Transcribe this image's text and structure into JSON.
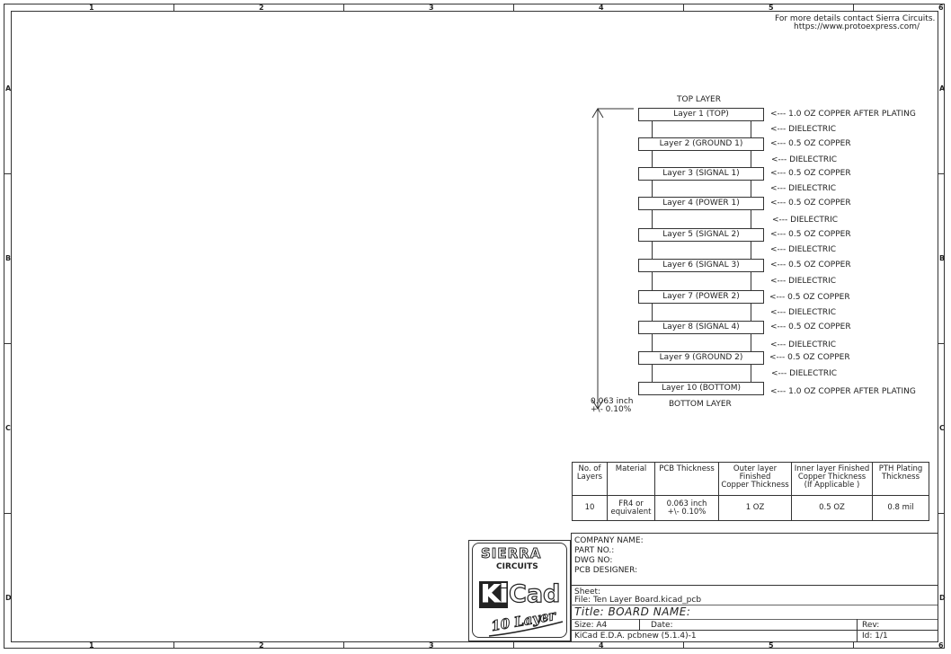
{
  "frame": {
    "columns": [
      "1",
      "2",
      "3",
      "4",
      "5",
      "6"
    ],
    "rows": [
      "A",
      "B",
      "C",
      "D"
    ]
  },
  "header_note": {
    "line1": "For more details contact Sierra Circuits.",
    "line2": "https://www.protoexpress.com/"
  },
  "stackup": {
    "top_label": "TOP LAYER",
    "bottom_label": "BOTTOM LAYER",
    "thickness_line1": "0.063 inch",
    "thickness_line2": "+\\- 0.10%",
    "layers": [
      {
        "name": "Layer 1 (TOP)",
        "callout": "<--- 1.0 OZ COPPER AFTER PLATING"
      },
      {
        "name": "Layer 2 (GROUND 1)",
        "callout": "<--- 0.5 OZ COPPER"
      },
      {
        "name": "Layer 3 (SIGNAL 1)",
        "callout": "<--- 0.5 OZ COPPER"
      },
      {
        "name": "Layer 4 (POWER 1)",
        "callout": "<--- 0.5 OZ COPPER"
      },
      {
        "name": "Layer 5 (SIGNAL 2)",
        "callout": "<--- 0.5 OZ COPPER"
      },
      {
        "name": "Layer 6 (SIGNAL 3)",
        "callout": "<--- 0.5 OZ COPPER"
      },
      {
        "name": "Layer 7 (POWER 2)",
        "callout": "<--- 0.5 OZ COPPER"
      },
      {
        "name": "Layer 8 (SIGNAL 4)",
        "callout": "<--- 0.5 OZ COPPER"
      },
      {
        "name": "Layer 9 (GROUND 2)",
        "callout": "<--- 0.5 OZ COPPER"
      },
      {
        "name": "Layer 10 (BOTTOM)",
        "callout": "<--- 1.0 OZ COPPER AFTER PLATING"
      }
    ],
    "dielectric_label": "<--- DIELECTRIC"
  },
  "spec_table": {
    "headers": [
      [
        "No. of",
        "Layers"
      ],
      [
        "Material"
      ],
      [
        "PCB Thickness"
      ],
      [
        "Outer layer",
        "Finished",
        "Copper Thickness"
      ],
      [
        "Inner layer Finished",
        "Copper Thickness",
        "(If Applicable )"
      ],
      [
        "PTH Plating",
        "Thickness"
      ]
    ],
    "values": [
      [
        "10"
      ],
      [
        "FR4 or",
        "equivalent"
      ],
      [
        "0.063 inch",
        "+\\- 0.10%"
      ],
      [
        "1 OZ"
      ],
      [
        "0.5 OZ"
      ],
      [
        "0.8 mil"
      ]
    ]
  },
  "title_block": {
    "company": "COMPANY NAME:",
    "part_no": "PART NO.:",
    "dwg_no": "DWG NO:",
    "designer": "PCB DESIGNER:",
    "sheet": "Sheet:",
    "file": "File: Ten Layer Board.kicad_pcb",
    "title": "Title: BOARD NAME:",
    "size": "Size: A4",
    "date": "Date:",
    "rev": "Rev:",
    "tool": "KiCad E.D.A.  pcbnew (5.1.4)-1",
    "id": "Id: 1/1"
  },
  "logo": {
    "brand1": "SIERRA",
    "brand2": "CIRCUITS",
    "ki": "Ki",
    "cad": "Cad",
    "tagline": "10 Layer"
  }
}
